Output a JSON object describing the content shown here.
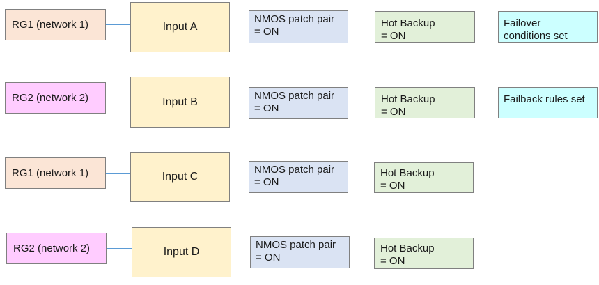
{
  "rows": [
    {
      "source": "RG1 (network 1)",
      "input": "Input A",
      "nmos": [
        "NMOS patch pair",
        "= ON"
      ],
      "hot": [
        "Hot Backup",
        "= ON"
      ],
      "note": [
        "Failover",
        "conditions set"
      ]
    },
    {
      "source": "RG2 (network 2)",
      "input": "Input B",
      "nmos": [
        "NMOS patch pair",
        "= ON"
      ],
      "hot": [
        "Hot Backup",
        "= ON"
      ],
      "note": [
        "Failback rules set"
      ]
    },
    {
      "source": "RG1 (network 1)",
      "input": "Input C",
      "nmos": [
        "NMOS patch pair",
        "= ON"
      ],
      "hot": [
        "Hot Backup",
        "= ON"
      ]
    },
    {
      "source": "RG2 (network 2)",
      "input": "Input D",
      "nmos": [
        "NMOS patch pair",
        "= ON"
      ],
      "hot": [
        "Hot Backup",
        "= ON"
      ]
    }
  ],
  "colors": {
    "rg1_fill": "#fbe5d6",
    "rg2_fill": "#ffccff",
    "input_fill": "#fff2cc",
    "nmos_fill": "#dae3f3",
    "hot_fill": "#e2f0d9",
    "note_fill": "#ccffff",
    "connector": "#5b9bd5"
  }
}
